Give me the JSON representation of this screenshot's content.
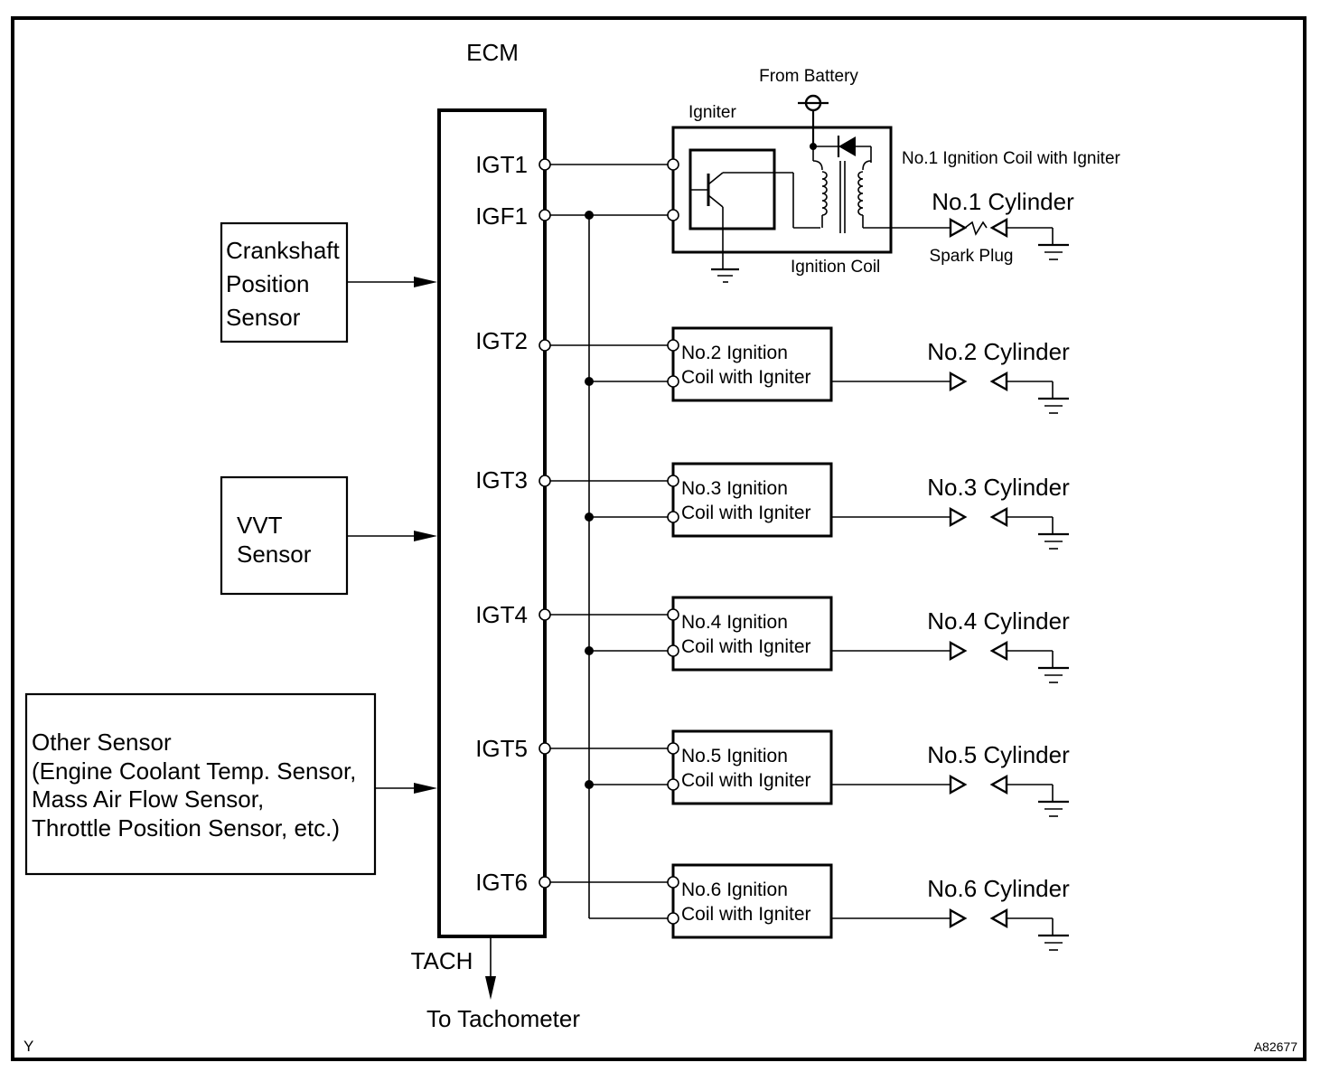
{
  "diagram": {
    "ecm": {
      "title": "ECM"
    },
    "pins": [
      {
        "label": "IGT1"
      },
      {
        "label": "IGF1"
      },
      {
        "label": "IGT2"
      },
      {
        "label": "IGT3"
      },
      {
        "label": "IGT4"
      },
      {
        "label": "IGT5"
      },
      {
        "label": "IGT6"
      }
    ],
    "sensors": {
      "crankshaft": [
        "Crankshaft",
        "Position",
        "Sensor"
      ],
      "vvt": [
        "VVT",
        "Sensor"
      ],
      "other": [
        "Other Sensor",
        "(Engine Coolant Temp. Sensor,",
        "Mass Air Flow Sensor,",
        "Throttle Position Sensor, etc.)"
      ]
    },
    "coil1": {
      "from_battery": "From Battery",
      "igniter": "Igniter",
      "ignition_coil": "Ignition Coil",
      "title": "No.1 Ignition Coil with Igniter",
      "cylinder": "No.1 Cylinder",
      "spark_plug": "Spark Plug"
    },
    "coils": [
      {
        "line1": "No.2 Ignition",
        "line2": "Coil with Igniter",
        "cylinder": "No.2 Cylinder"
      },
      {
        "line1": "No.3 Ignition",
        "line2": "Coil with Igniter",
        "cylinder": "No.3 Cylinder"
      },
      {
        "line1": "No.4 Ignition",
        "line2": "Coil with Igniter",
        "cylinder": "No.4 Cylinder"
      },
      {
        "line1": "No.5 Ignition",
        "line2": "Coil with Igniter",
        "cylinder": "No.5 Cylinder"
      },
      {
        "line1": "No.6 Ignition",
        "line2": "Coil with Igniter",
        "cylinder": "No.6 Cylinder"
      }
    ],
    "tach": {
      "label": "TACH",
      "destination": "To Tachometer"
    },
    "corner_left": "Y",
    "figure_id": "A82677"
  }
}
